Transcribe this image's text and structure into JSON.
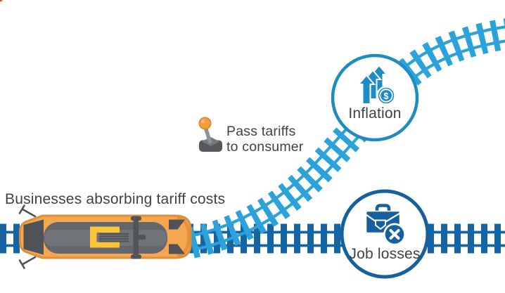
{
  "diagram": {
    "labels": {
      "train": "Businesses absorbing tariff costs",
      "lever_line1": "Pass tariffs",
      "lever_line2": "to consumer",
      "outcome_top": "Inflation",
      "outcome_bottom": "Job losses"
    },
    "icons": {
      "lever": "joystick-lever-icon",
      "inflation": "rising-arrows-dollar-icon",
      "job_losses": "briefcase-x-icon",
      "dollar_sign": "$"
    },
    "colors": {
      "track_dark": "#1565a4",
      "track_light": "#2ca2db",
      "inflation_blue": "#1d8bc4",
      "job_blue": "#15609e",
      "text": "#414042",
      "train_orange": "#f4a74e",
      "train_orange_dark": "#e08f39",
      "train_gray": "#63666b",
      "train_dark_gray": "#4f5257",
      "train_yellow": "#f9c63a",
      "lever_orange": "#f39d3f"
    }
  }
}
